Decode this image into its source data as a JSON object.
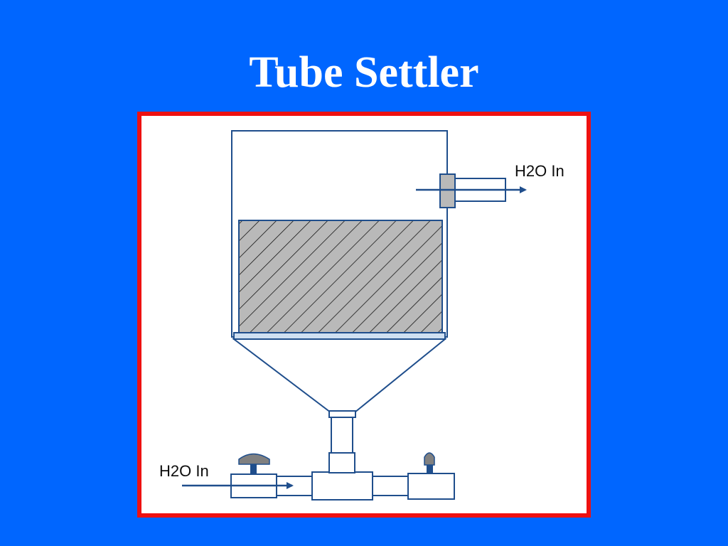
{
  "slide": {
    "title": "Tube Settler"
  },
  "diagram": {
    "outlet_label": "H2O In",
    "inlet_label": "H2O In"
  },
  "colors": {
    "background": "#0066ff",
    "frame_border": "#ee1111",
    "panel": "#ffffff",
    "line": "#1f4e8c",
    "media_fill": "#b9b9b9",
    "valve_handle": "#808080"
  }
}
